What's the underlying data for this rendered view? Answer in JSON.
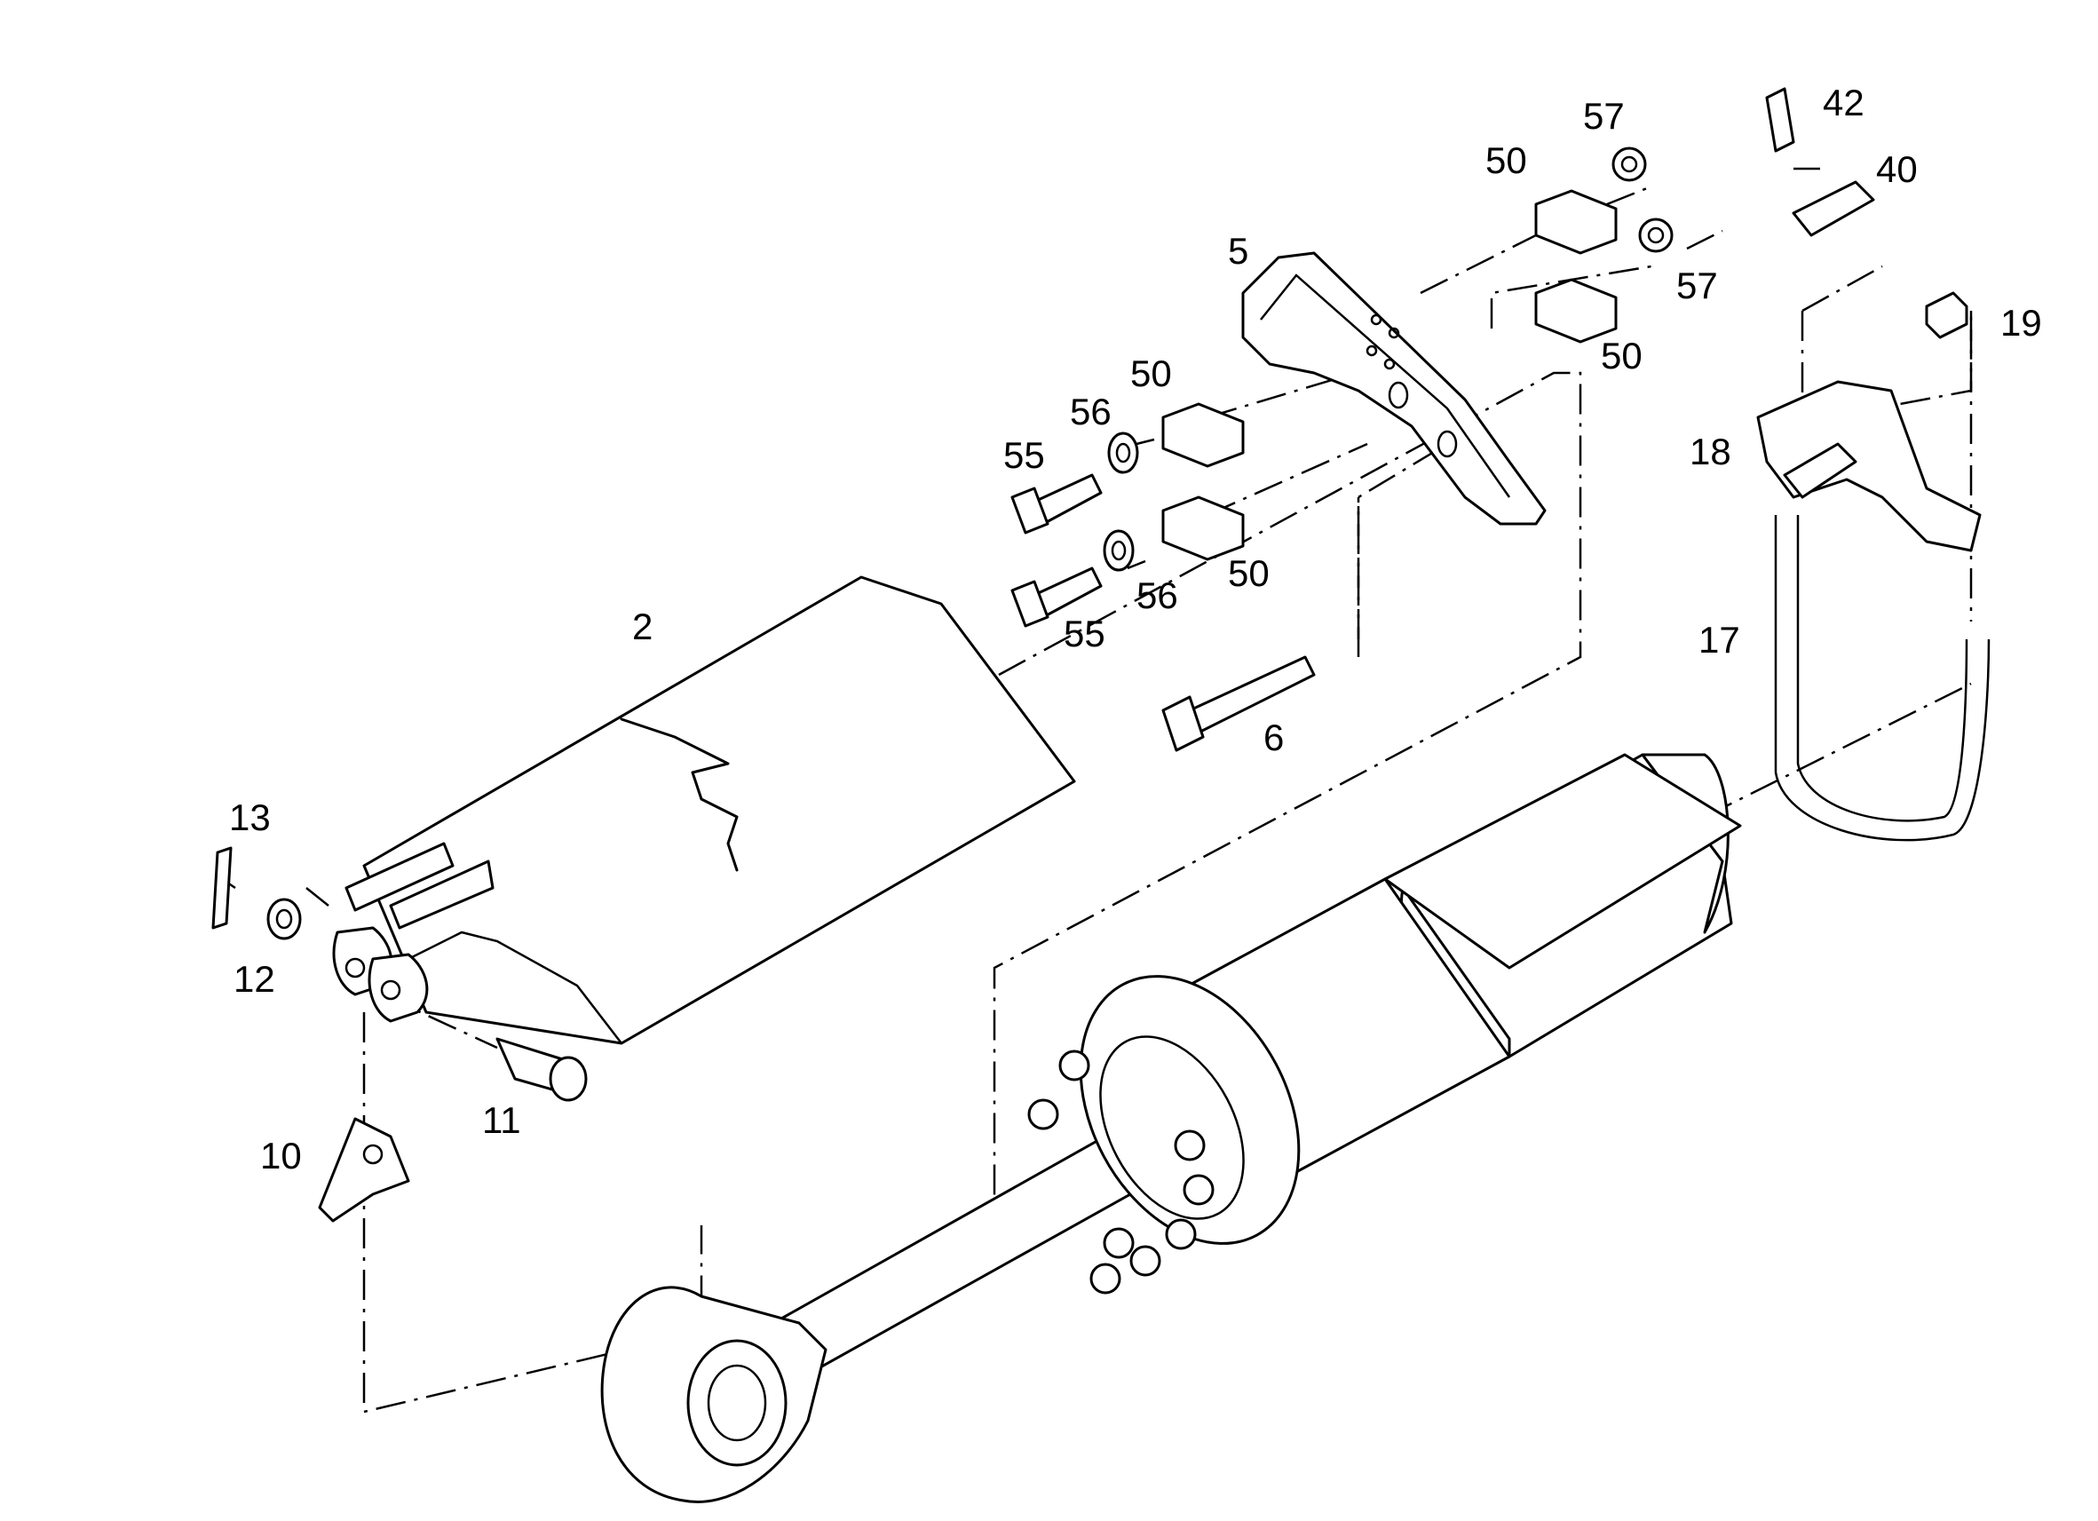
{
  "callouts": [
    {
      "id": "c2",
      "text": "2"
    },
    {
      "id": "c5",
      "text": "5"
    },
    {
      "id": "c6",
      "text": "6"
    },
    {
      "id": "c10",
      "text": "10"
    },
    {
      "id": "c11",
      "text": "11"
    },
    {
      "id": "c12",
      "text": "12"
    },
    {
      "id": "c13",
      "text": "13"
    },
    {
      "id": "c17",
      "text": "17"
    },
    {
      "id": "c18",
      "text": "18"
    },
    {
      "id": "c19",
      "text": "19"
    },
    {
      "id": "c40",
      "text": "40"
    },
    {
      "id": "c42",
      "text": "42"
    },
    {
      "id": "c50a",
      "text": "50"
    },
    {
      "id": "c50b",
      "text": "50"
    },
    {
      "id": "c50c",
      "text": "50"
    },
    {
      "id": "c50d",
      "text": "50"
    },
    {
      "id": "c55a",
      "text": "55"
    },
    {
      "id": "c55b",
      "text": "55"
    },
    {
      "id": "c56a",
      "text": "56"
    },
    {
      "id": "c56b",
      "text": "56"
    },
    {
      "id": "c57a",
      "text": "57"
    },
    {
      "id": "c57b",
      "text": "57"
    }
  ]
}
